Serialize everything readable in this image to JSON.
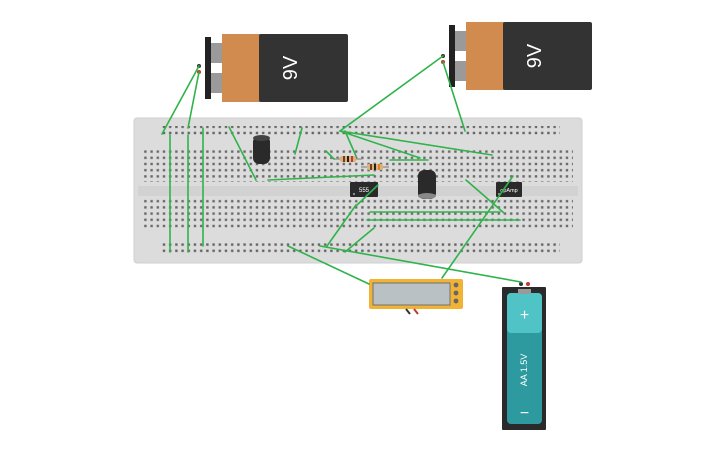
{
  "circuit": {
    "battery_left_label": "9V",
    "battery_right_label": "9V",
    "aa_battery_label": "AA 1.5V",
    "aa_plus": "+",
    "aa_minus": "−",
    "chip_555_label": "555",
    "chip_opamp_label": "opAmp",
    "colors": {
      "wire": "#2fb34a",
      "breadboard": "#dcdcdc",
      "battery_body": "#333333",
      "battery_cap": "#d28b4e",
      "multimeter": "#f2b233",
      "aa_body": "#2d9a9f",
      "aa_cap": "#4fc3c6"
    }
  }
}
